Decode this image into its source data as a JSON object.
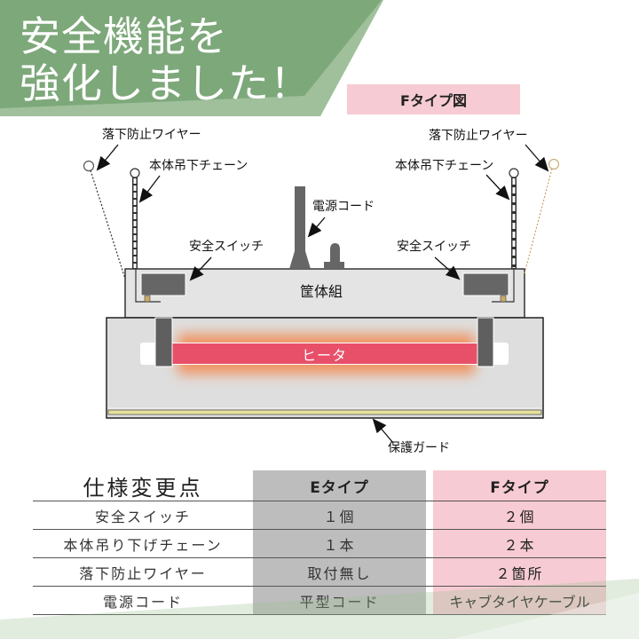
{
  "banner": {
    "line1": "安全機能を",
    "line2": "強化しました！",
    "colors": {
      "dark_green": "#7da87a",
      "light_green": "#9fc09b"
    }
  },
  "diagram": {
    "title": "Fタイプ図",
    "labels": {
      "wire_left": "落下防止ワイヤー",
      "chain_left": "本体吊下チェーン",
      "switch_left": "安全スイッチ",
      "power_cord": "電源コード",
      "switch_right": "安全スイッチ",
      "chain_right": "本体吊下チェーン",
      "wire_right": "落下防止ワイヤー",
      "housing": "筐体組",
      "heater": "ヒータ",
      "guard": "保護ガード"
    },
    "colors": {
      "heater_red": "#e8506a",
      "component_gray": "#666666",
      "title_pink": "#f7cbd3"
    }
  },
  "spec_table": {
    "title": "仕様変更点",
    "columns": [
      "Eタイプ",
      "Fタイプ"
    ],
    "rows": [
      {
        "item": "安全スイッチ",
        "e": "１個",
        "f": "２個"
      },
      {
        "item": "本体吊り下げチェーン",
        "e": "１本",
        "f": "２本"
      },
      {
        "item": "落下防止ワイヤー",
        "e": "取付無し",
        "f": "２箇所"
      },
      {
        "item": "電源コード",
        "e": "平型コード",
        "f": "キャブタイヤケーブル"
      }
    ],
    "colors": {
      "e_column": "#bdbdbd",
      "f_column": "#f7cbd3"
    }
  }
}
